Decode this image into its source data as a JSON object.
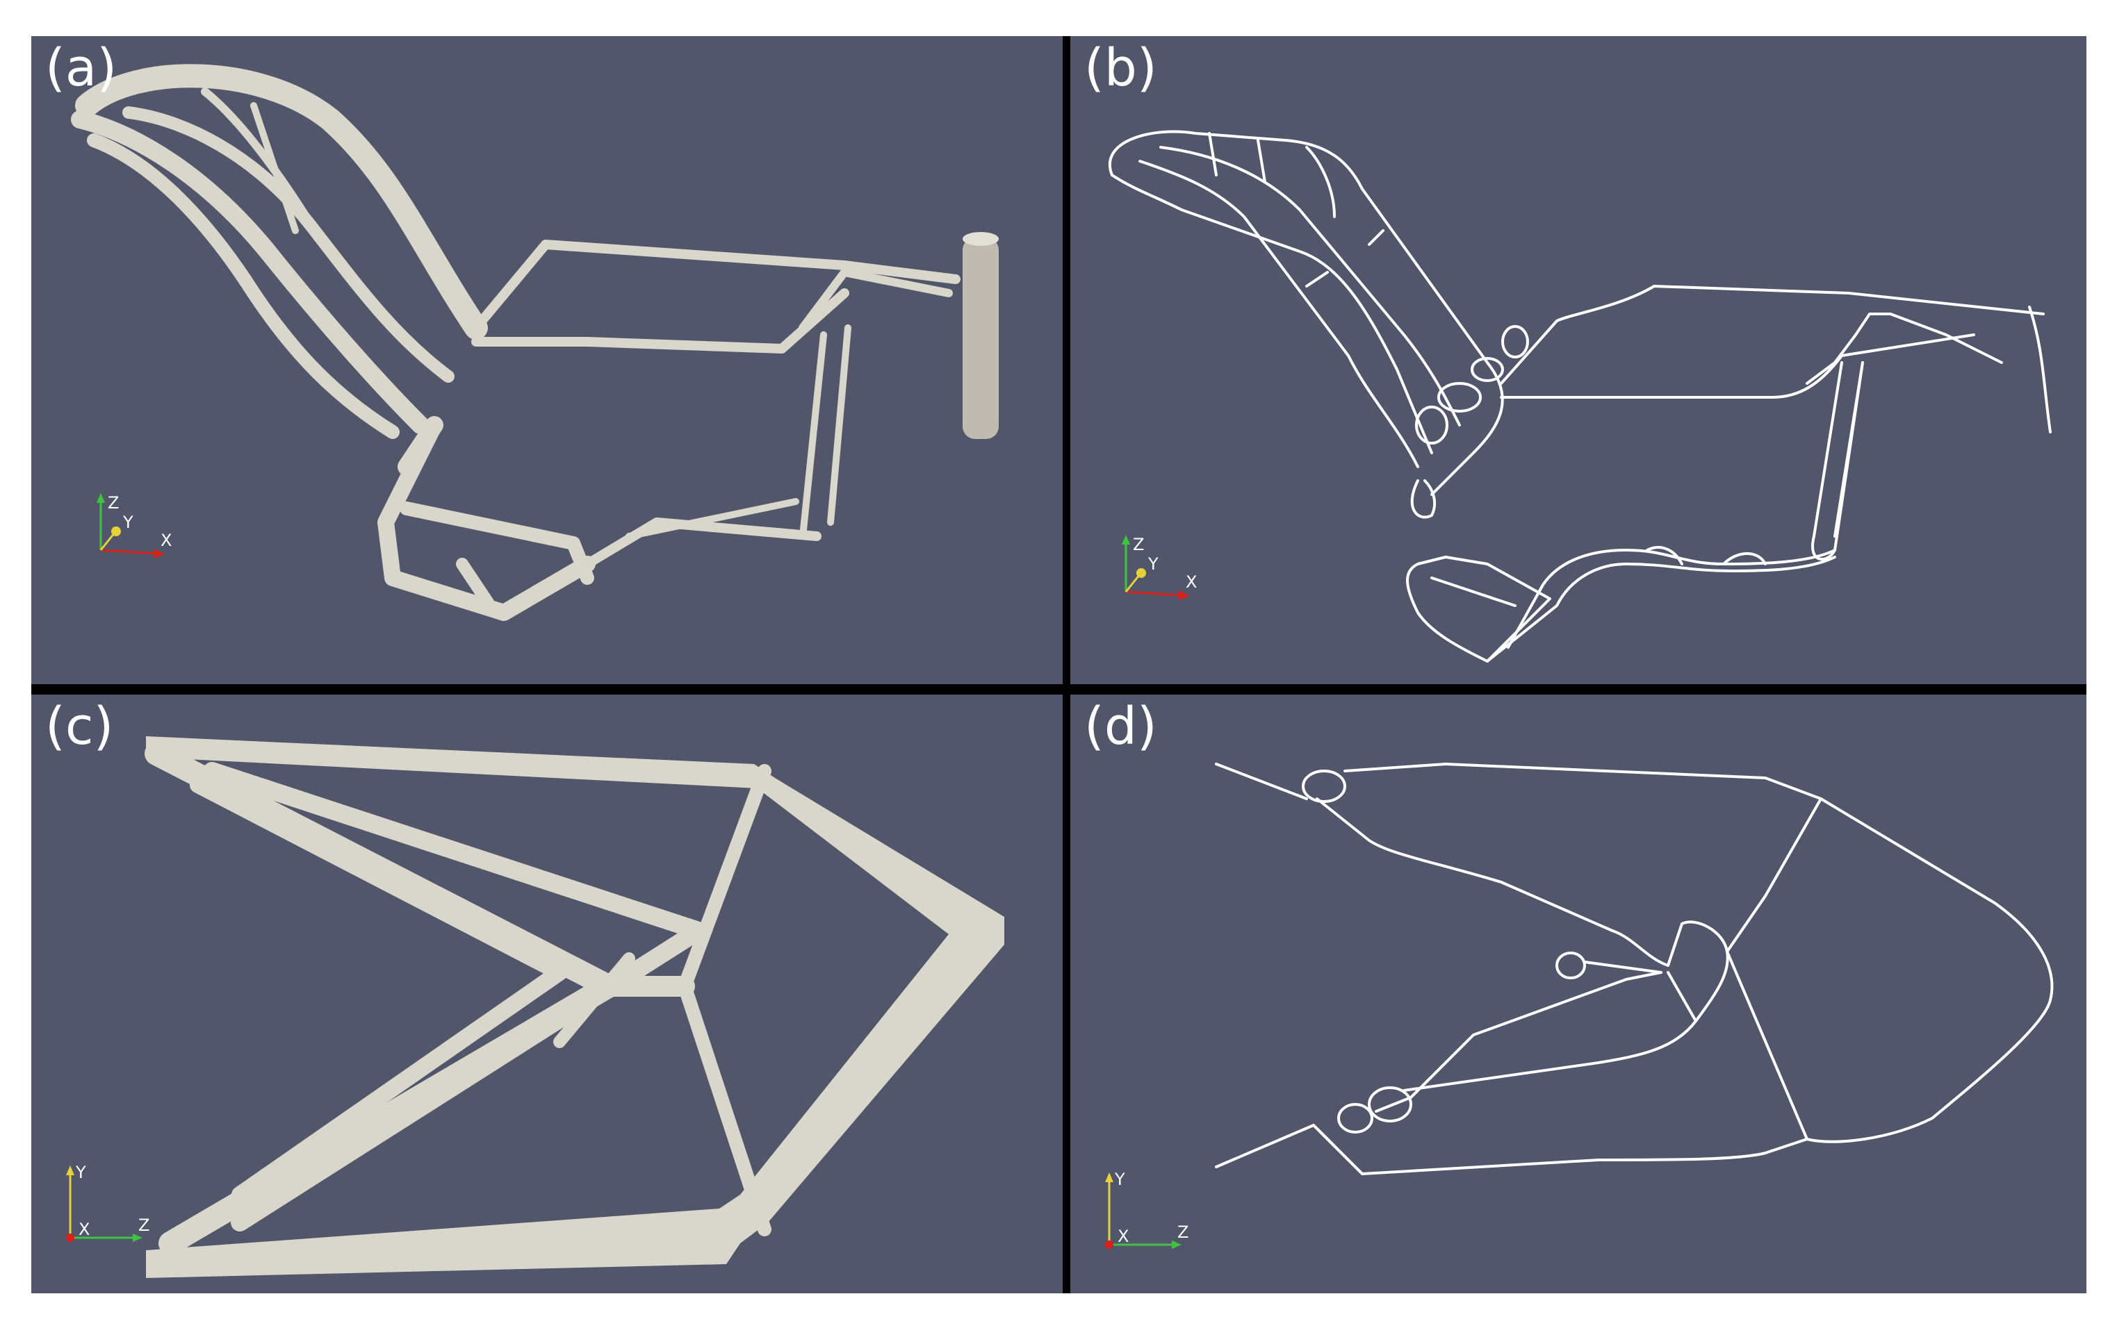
{
  "panels": [
    {
      "id": "a",
      "label": "(a)",
      "axes": [
        "Z",
        "Y",
        "X"
      ]
    },
    {
      "id": "b",
      "label": "(b)",
      "axes": [
        "Z",
        "Y",
        "X"
      ]
    },
    {
      "id": "c",
      "label": "(c)",
      "axes": [
        "Y",
        "X",
        "Z"
      ]
    },
    {
      "id": "d",
      "label": "(d)",
      "axes": [
        "Y",
        "X",
        "Z"
      ]
    }
  ],
  "colors": {
    "background": "#51566a",
    "solid": "#d9d6cc",
    "skeleton": "#ffffff",
    "divider": "#000000",
    "axis_x": "#d9201b",
    "axis_y": "#e8d23c",
    "axis_z": "#3ec43e"
  }
}
